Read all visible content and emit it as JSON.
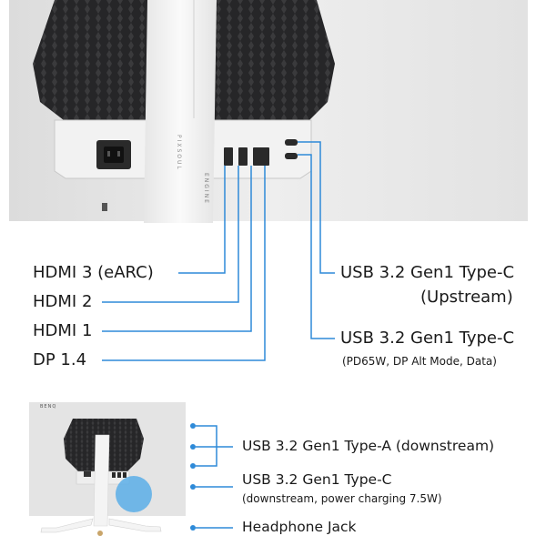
{
  "monitor_back": {
    "brand_mark": "PIXSOUL",
    "engine_text": "ENGINE"
  },
  "port_labels_left": [
    {
      "text": "HDMI 3 (eARC)"
    },
    {
      "text": "HDMI 2"
    },
    {
      "text": "HDMI 1"
    },
    {
      "text": "DP 1.4"
    }
  ],
  "port_labels_right": [
    {
      "title": "USB 3.2 Gen1 Type-C",
      "subtitle": "(Upstream)"
    },
    {
      "title": "USB 3.2 Gen1 Type-C",
      "subtitle": "(PD65W, DP Alt Mode, Data)"
    }
  ],
  "side_ports": [
    {
      "title": "USB 3.2 Gen1 Type-A (downstream)"
    },
    {
      "title": "USB 3.2 Gen1 Type-C",
      "subtitle": "(downstream, power charging 7.5W)"
    },
    {
      "title": "Headphone Jack"
    }
  ],
  "small_monitor": {
    "brand_mark": "BENQ"
  },
  "colors": {
    "leader_line": "#2e8ad8",
    "accent_highlight": "#5aaee8"
  }
}
